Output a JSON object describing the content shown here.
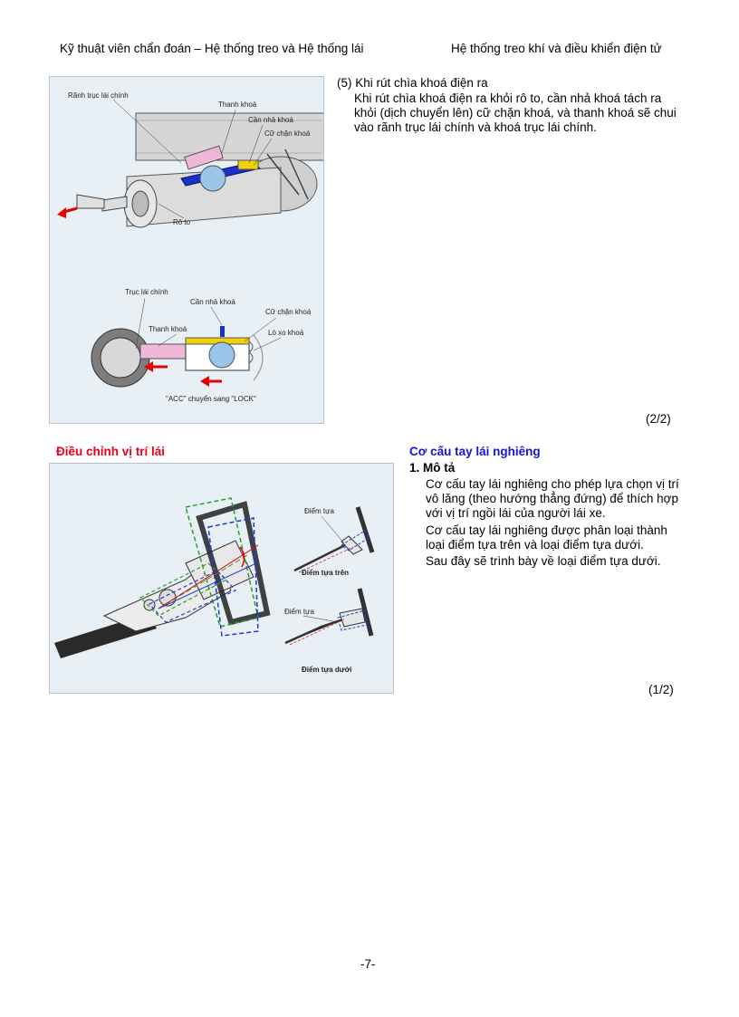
{
  "header": {
    "left": "Kỹ thuật viên chẩn đoán – Hệ thống treo và Hệ thống lái",
    "right": "Hệ thống treo khí và điều khiển điện tử"
  },
  "section1": {
    "figure": {
      "labels": {
        "main_shaft_groove": "Rãnh trục lái chính",
        "lock_bar": "Thanh khoá",
        "release_lever": "Cần nhả khoá",
        "lock_stopper": "Cữ chặn khoá",
        "rotor": "Rô to",
        "main_shaft": "Trục lái chính",
        "release_lever_2": "Cần nhả khoá",
        "lock_stopper_2": "Cữ chặn khoá",
        "lock_bar_2": "Thanh khoá",
        "lock_spring": "Lò xo khoá",
        "acc_to_lock": "\"ACC\" chuyển sang \"LOCK\""
      }
    },
    "step_title": "(5) Khi rút chìa khoá điện ra",
    "step_body": "Khi rút chìa khoá điện ra khỏi rô to, cần nhả khoá tách ra khỏi (dịch chuyển lên) cữ chặn khoá, và thanh khoá sẽ chui vào rãnh trục lái chính và khoá trục lái chính.",
    "page_marker": "(2/2)"
  },
  "section2": {
    "left_heading": "Điều chỉnh vị trí lái",
    "right_heading": "Cơ cấu tay lái nghiêng",
    "subheading": "1.  Mô tả",
    "paragraph1": "Cơ cấu tay lái nghiêng cho phép lựa chọn vị trí vô lăng (theo hướng thẳng đứng) để thích hợp với vị trí ngồi lái của người  lái xe.",
    "paragraph2": "Cơ cấu tay lái nghiêng được phân loại thành loại điểm tựa trên và loại điểm tựa dưới.",
    "paragraph3": "Sau đây sẽ trình bày về loại điểm tựa dưới.",
    "figure": {
      "labels": {
        "pivot_top": "Điểm tựa",
        "upper_pivot": "Điểm tựa trên",
        "pivot_bottom": "Điểm tựa",
        "lower_pivot": "Điểm tựa dưới"
      }
    },
    "page_marker": "(1/2)"
  },
  "footer": {
    "page_number": "-7-"
  },
  "colors": {
    "red_heading": "#e8001c",
    "blue_heading": "#1414d2",
    "figure_bg": "#e8f0f6"
  }
}
